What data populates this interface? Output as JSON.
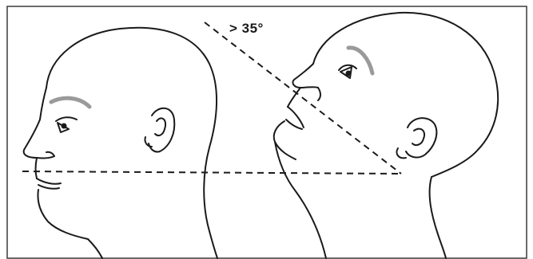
{
  "diagram": {
    "angle_label": "> 35°",
    "colors": {
      "line": "#1a1a1a",
      "eyebrow": "#9a9a9a",
      "frame": "#3a3a3a",
      "background": "#ffffff"
    },
    "icons": [
      "head-neutral-profile",
      "head-extended-profile"
    ]
  }
}
